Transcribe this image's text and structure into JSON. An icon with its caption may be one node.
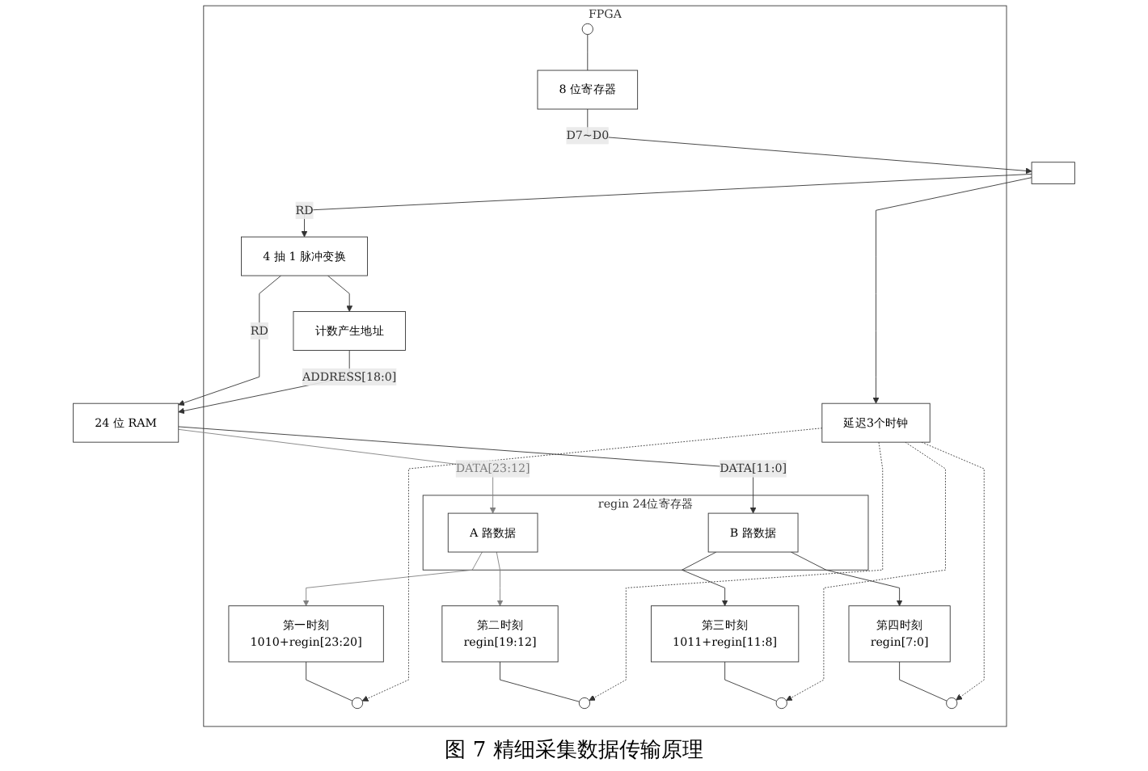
{
  "diagram": {
    "caption": "图 7 精细采集数据传输原理",
    "nodes": [
      {
        "text": [],
        "shape": "box"
      },
      {
        "text": [
          "FPGA"
        ]
      },
      {
        "text": [
          "24 位 RAM"
        ]
      },
      {
        "text": [
          "4 抽 1 脉冲变换"
        ],
        "in": 1
      },
      {
        "text": [
          "计数产生地址"
        ],
        "in": 1
      },
      {
        "text": [
          "延迟3个时钟"
        ],
        "in": 1
      },
      {
        "text": [
          "regin 24位寄存器"
        ],
        "in": 1
      },
      {
        "text": [
          "A 路数据"
        ],
        "in": 6
      },
      {
        "text": [
          "B 路数据"
        ],
        "in": 6
      },
      {
        "text": [
          "第一时刻",
          "1010+regin[23:20]"
        ],
        "in": 1
      },
      {
        "text": [
          "第二时刻",
          "regin[19:12]"
        ],
        "in": 1
      },
      {
        "text": [
          "第三时刻",
          "1011+regin[11:8]"
        ],
        "in": 1
      },
      {
        "text": [
          "第四时刻",
          "regin[7:0]"
        ],
        "in": 1
      },
      {
        "text": [
          "8 位寄存器"
        ],
        "in": 1
      },
      {
        "text": [],
        "shape": "circle",
        "in": 1
      },
      {
        "text": [],
        "shape": "circle",
        "in": 1
      },
      {
        "text": [],
        "shape": "circle",
        "in": 1
      },
      {
        "text": [],
        "shape": "circle",
        "in": 1
      },
      {
        "text": [],
        "shape": "circle",
        "in": 1
      }
    ],
    "edges": [
      {
        "from": 0,
        "to": 3,
        "arrow": "to",
        "label": "RD"
      },
      {
        "from": 0,
        "to": 5,
        "arrow": "to"
      },
      {
        "from": 3,
        "to": 4,
        "arrow": "to"
      },
      {
        "from": 3,
        "to": 2,
        "arrow": "to",
        "label": "RD"
      },
      {
        "from": 4,
        "to": 2,
        "arrow": "to",
        "label": "ADDRESS[18:0]"
      },
      {
        "from": 2,
        "to": 7,
        "arrow": "to",
        "label": "DATA[23:12]",
        "color": "#808080"
      },
      {
        "from": 2,
        "to": 8,
        "arrow": "to",
        "label": "DATA[11:0]"
      },
      {
        "from": 7,
        "to": 9,
        "arrow": "to",
        "color": "#808080"
      },
      {
        "from": 7,
        "to": 10,
        "arrow": "to",
        "color": "#808080"
      },
      {
        "from": 8,
        "to": 11,
        "arrow": "to"
      },
      {
        "from": 8,
        "to": 12,
        "arrow": "to"
      },
      {
        "from": 9,
        "to": 14,
        "arrow": "none"
      },
      {
        "from": 10,
        "to": 15,
        "arrow": "none"
      },
      {
        "from": 11,
        "to": 16,
        "arrow": "none"
      },
      {
        "from": 12,
        "to": 17,
        "arrow": "none"
      },
      {
        "from": 5,
        "to": 14,
        "arrow": "to",
        "style": "dashed"
      },
      {
        "from": 5,
        "to": 15,
        "arrow": "to",
        "style": "dashed"
      },
      {
        "from": 5,
        "to": 16,
        "arrow": "to",
        "style": "dashed"
      },
      {
        "from": 5,
        "to": 17,
        "arrow": "to",
        "style": "dashed"
      },
      {
        "from": 18,
        "to": 13,
        "arrow": "none"
      },
      {
        "from": 13,
        "to": 0,
        "arrow": "to",
        "label": "D7~D0"
      }
    ]
  }
}
